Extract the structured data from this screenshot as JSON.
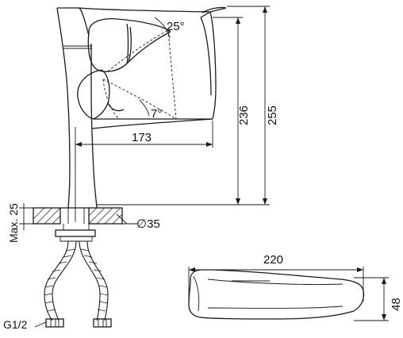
{
  "dimensions": {
    "spout_angle": "25°",
    "handle_angle": "7°",
    "reach": "173",
    "height_236": "236",
    "height_255": "255",
    "max_thickness": "Max. 25",
    "hole_diameter": "∅35",
    "thread": "G1/2",
    "top_view_length": "220",
    "top_view_width": "48"
  }
}
